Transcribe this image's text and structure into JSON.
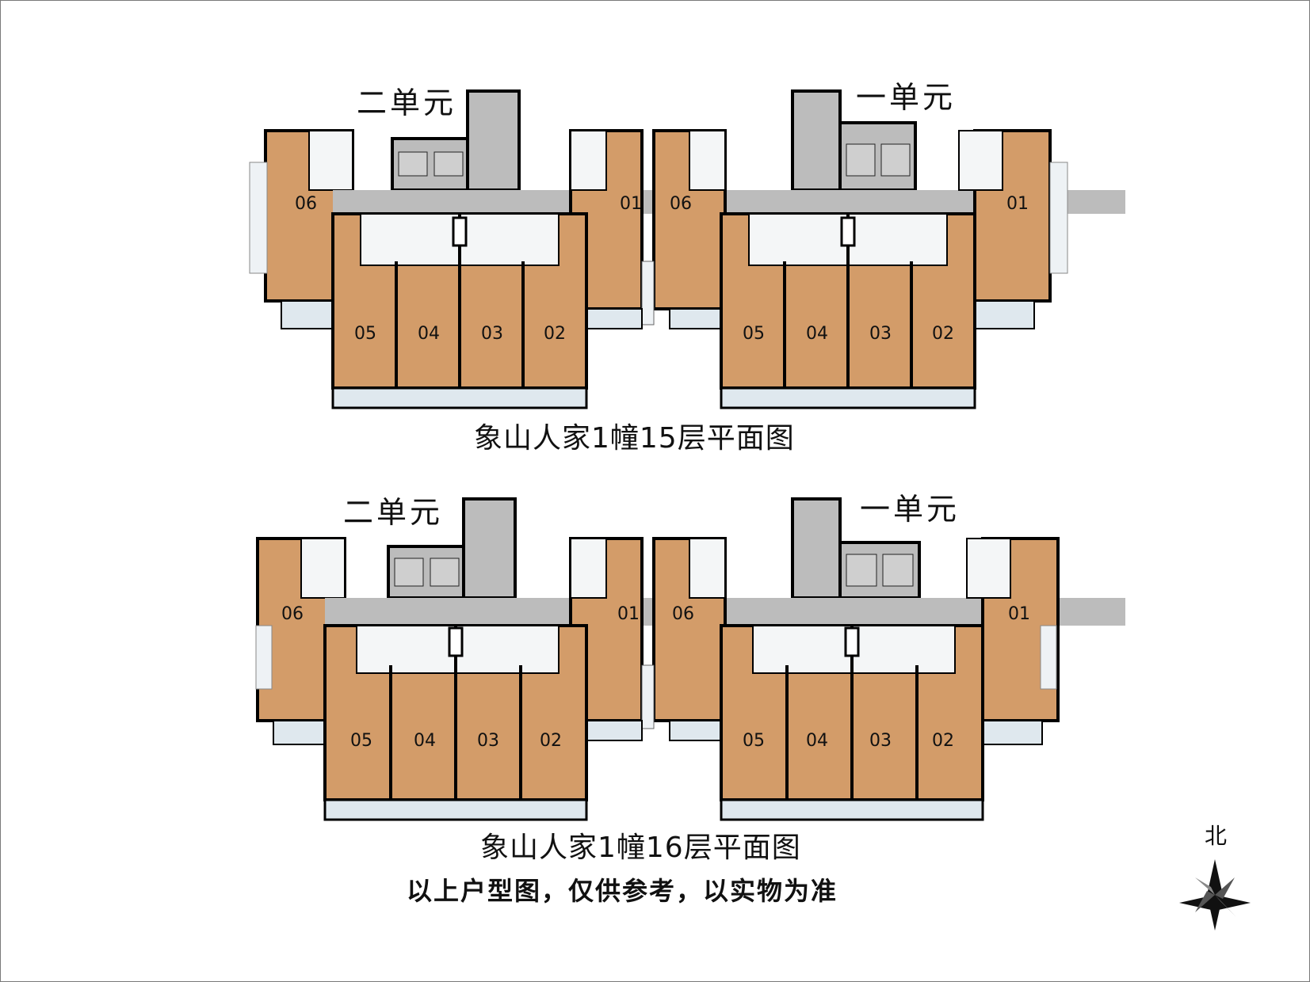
{
  "plans": [
    {
      "id": "plan15",
      "title": "象山人家1幢15层平面图",
      "unit_left": "二单元",
      "unit_right": "一单元",
      "left_units": {
        "end": "06",
        "side": "01",
        "rooms": [
          "05",
          "04",
          "03",
          "02"
        ]
      },
      "right_units": {
        "end": "01",
        "side": "06",
        "rooms": [
          "05",
          "04",
          "03",
          "02"
        ]
      }
    },
    {
      "id": "plan16",
      "title": "象山人家1幢16层平面图",
      "unit_left": "二单元",
      "unit_right": "一单元",
      "left_units": {
        "end": "06",
        "side": "01",
        "rooms": [
          "05",
          "04",
          "03",
          "02"
        ]
      },
      "right_units": {
        "end": "01",
        "side": "06",
        "rooms": [
          "05",
          "04",
          "03",
          "02"
        ]
      }
    }
  ],
  "disclaimer": "以上户型图，仅供参考，以实物为准",
  "north_label": "北",
  "colors": {
    "room": "#d39c69",
    "corridor": "#bcbcbc",
    "wall": "#000000",
    "balcony": "#dfe8ee",
    "frame": "#7a7a7a"
  }
}
